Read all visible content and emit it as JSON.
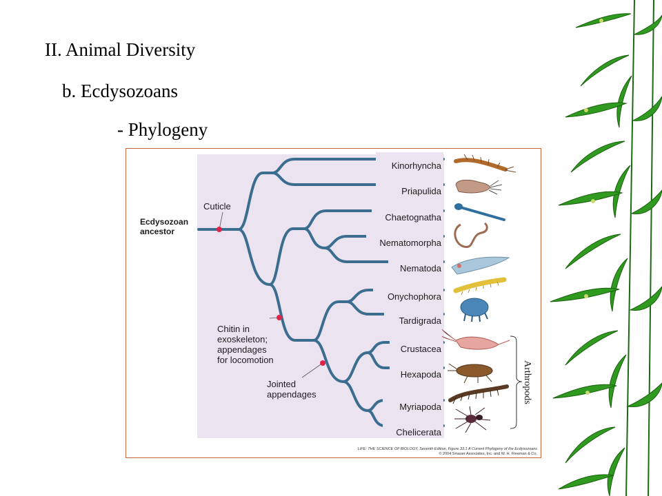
{
  "slide": {
    "heading1": "II. Animal Diversity",
    "heading2": "b. Ecdysozoans",
    "heading3": "- Phylogeny"
  },
  "diagram": {
    "root_label_line1": "Ecdysozoan",
    "root_label_line2": "ancestor",
    "traits": {
      "cuticle": "Cuticle",
      "chitin": [
        "Chitin in",
        "exoskeleton;",
        "appendages",
        "for locomotion"
      ],
      "jointed": [
        "Jointed",
        "appendages"
      ]
    },
    "taxa": [
      "Kinorhyncha",
      "Priapulida",
      "Chaetognatha",
      "Nematomorpha",
      "Nematoda",
      "Onychophora",
      "Tardigrada",
      "Crustacea",
      "Hexapoda",
      "Myriapoda",
      "Chelicerata"
    ],
    "group_label": "Arthropods",
    "credit_line1": "LIFE: THE SCIENCE OF BIOLOGY, Seventh Edition, Figure 33.1 A Current Phylogeny of the Ecdysozoans",
    "credit_line2": "© 2004 Sinauer Associates, Inc. and W. H. Freeman & Co."
  },
  "colors": {
    "branch": "#3b6d8f",
    "panel": "#ece3f1",
    "marker": "#e0234a",
    "frame": "#c8623a"
  },
  "icons": [
    "kinorhynch-illustration",
    "priapulid-illustration",
    "arrow-worm-illustration",
    "horsehair-worm-illustration",
    "nematode-illustration",
    "velvet-worm-illustration",
    "water-bear-illustration",
    "shrimp-illustration",
    "cockroach-illustration",
    "centipede-illustration",
    "spider-illustration",
    "bamboo-leaves-decoration"
  ]
}
